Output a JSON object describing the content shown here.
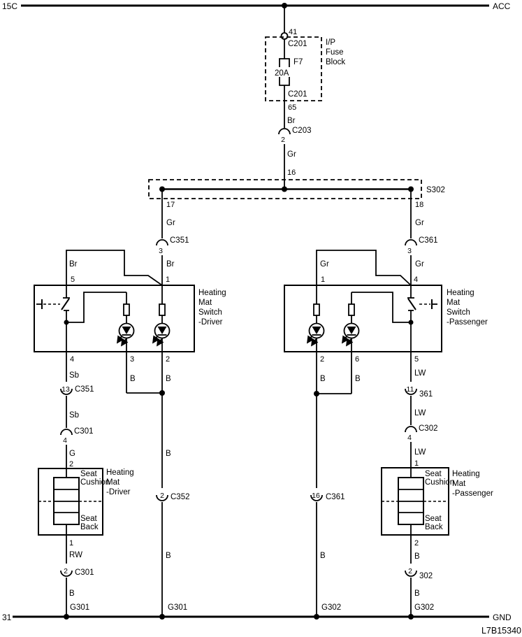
{
  "colors": {
    "line": "#000000",
    "background": "#ffffff"
  },
  "diagram_code": "L7B15340",
  "rails": {
    "power_left": "15C",
    "power_right": "ACC",
    "ground_left": "31",
    "ground_right": "GND"
  },
  "fuse_block": {
    "pin_top": "41",
    "connector_top": "C201",
    "fuse_name": "F7",
    "fuse_rating": "20A",
    "connector_bottom": "C201",
    "pin_bottom": "65",
    "label_lines": [
      "I/P",
      "Fuse",
      "Block"
    ]
  },
  "feed": {
    "wire_color_1": "Br",
    "connector": "C203",
    "connector_pin": "2",
    "wire_color_2": "Gr",
    "splice_pin_in": "16"
  },
  "splice": {
    "name": "S302"
  },
  "driver": {
    "splice_pin": "17",
    "wire_to_connector": "Gr",
    "connector_in": "C351",
    "connector_in_pin": "3",
    "switch": {
      "feed_branch_wire": "Br",
      "feed_wire": "Br",
      "pin_feed_branch": "5",
      "pin_feed": "1",
      "label_lines": [
        "Heating",
        "Mat",
        "Switch",
        "-Driver"
      ],
      "pin_mat": "4",
      "pin_led1": "3",
      "pin_led2": "2"
    },
    "mat_path": {
      "wire_1": "Sb",
      "connector_1": "C351",
      "connector_1_pin": "13",
      "wire_2": "Sb",
      "connector_2": "C301",
      "connector_2_pin": "4",
      "wire_3": "G",
      "mat_pin_top": "2",
      "mat_pin_bottom": "1",
      "wire_4": "RW",
      "connector_3": "C301",
      "connector_3_pin": "2",
      "wire_5": "B",
      "ground": "G301"
    },
    "mat": {
      "cushion_lines": [
        "Seat",
        "Cushion"
      ],
      "back_lines": [
        "Seat",
        "Back"
      ],
      "label_lines": [
        "Heating",
        "Mat",
        "-Driver"
      ]
    },
    "led_return": {
      "wire_led1": "B",
      "wire_led2": "B",
      "wire_common": "B",
      "connector": "C352",
      "connector_pin": "2",
      "wire_to_ground": "B",
      "ground": "G301"
    }
  },
  "passenger": {
    "splice_pin": "18",
    "wire_to_connector": "Gr",
    "connector_in": "C361",
    "connector_in_pin": "3",
    "switch": {
      "feed_branch_wire": "Gr",
      "feed_wire": "Gr",
      "pin_feed_branch": "1",
      "pin_feed": "4",
      "label_lines": [
        "Heating",
        "Mat",
        "Switch",
        "-Passenger"
      ],
      "pin_led1": "2",
      "pin_led2": "6",
      "pin_mat": "5"
    },
    "mat_path": {
      "wire_1": "LW",
      "connector_1": "361",
      "connector_1_pin": "11",
      "wire_2": "LW",
      "connector_2": "C302",
      "connector_2_pin": "4",
      "wire_3": "LW",
      "mat_pin_top": "1",
      "mat_pin_bottom": "2",
      "wire_4": "B",
      "connector_3": "302",
      "connector_3_pin": "2",
      "wire_5": "B",
      "ground": "G302"
    },
    "mat": {
      "cushion_lines": [
        "Seat",
        "Cushion"
      ],
      "back_lines": [
        "Seat",
        "Back"
      ],
      "label_lines": [
        "Heating",
        "Mat",
        "-Passenger"
      ]
    },
    "led_return": {
      "wire_led1": "B",
      "wire_led2": "B",
      "connector": "C361",
      "connector_pin": "16",
      "wire_to_ground": "B",
      "ground": "G302"
    }
  }
}
